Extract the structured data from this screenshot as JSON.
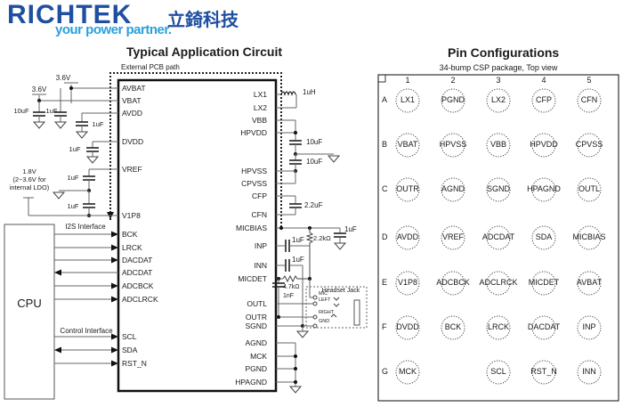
{
  "logo": {
    "brand": "RICHTEK",
    "tagline": "your power partner.",
    "chinese_name": "立錡科技",
    "brand_color": "#1f4fa0",
    "tagline_color": "#2aa0dc"
  },
  "circuit": {
    "title": "Typical Application Circuit",
    "pcb_path_label": "External PCB path",
    "left_pins": [
      "AVBAT",
      "VBAT",
      "AVDD",
      "DVDD",
      "VREF",
      "V1P8",
      "BCK",
      "LRCK",
      "DACDAT",
      "ADCDAT",
      "ADCBCK",
      "ADCLRCK",
      "SCL",
      "SDA",
      "RST_N"
    ],
    "right_pins": [
      "LX1",
      "LX2",
      "VBB",
      "HPVDD",
      "HPVSS",
      "CPVSS",
      "CFP",
      "CFN",
      "MICBIAS",
      "INP",
      "INN",
      "MICDET",
      "OUTL",
      "OUTR",
      "SGND",
      "AGND",
      "MCK",
      "PGND",
      "HPAGND"
    ],
    "supply_3v6_a": "3.6V",
    "supply_3v6_b": "3.6V",
    "cap_10uF_vbat": "10uF",
    "cap_1uF_vbat": "1uF",
    "cap_avdd": "1uF",
    "cap_dvdd": "1uF",
    "cap_vref": "1uF",
    "cap_v1p8": "1uF",
    "v1p8_supply": [
      "1.8V",
      "(2~3.6V for",
      "internal LDO)"
    ],
    "cpu_label": "CPU",
    "i2s_label": "I2S Interface",
    "control_label": "Control Interface",
    "inductor": "1uH",
    "cap_hp1": "10uF",
    "cap_hp2": "10uF",
    "cap_cf": "2.2uF",
    "cap_micbias": "1uF",
    "res_micbias": "2.2kΩ",
    "cap_inp": "1uF",
    "cap_inn": "1uF",
    "res_micdet": "4.7kΩ",
    "cap_micdet": "1nF",
    "headset_label": "Headset Jack",
    "jack_pins": [
      "MIC",
      "LEFT",
      "RIGHT",
      "GND"
    ]
  },
  "pinconfig": {
    "title": "Pin Configurations",
    "subtitle": "34-bump CSP package, Top view",
    "columns": [
      "1",
      "2",
      "3",
      "4",
      "5"
    ],
    "rows": [
      {
        "label": "A",
        "pins": [
          "LX1",
          "PGND",
          "LX2",
          "CFP",
          "CFN"
        ]
      },
      {
        "label": "B",
        "pins": [
          "VBAT",
          "HPVSS",
          "VBB",
          "HPVDD",
          "CPVSS"
        ]
      },
      {
        "label": "C",
        "pins": [
          "OUTR",
          "AGND",
          "SGND",
          "HPAGND",
          "OUTL"
        ]
      },
      {
        "label": "D",
        "pins": [
          "AVDD",
          "VREF",
          "ADCDAT",
          "SDA",
          "MICBIAS"
        ]
      },
      {
        "label": "E",
        "pins": [
          "V1P8",
          "ADCBCK",
          "ADCLRCK",
          "MICDET",
          "AVBAT"
        ]
      },
      {
        "label": "F",
        "pins": [
          "DVDD",
          "BCK",
          "LRCK",
          "DACDAT",
          "INP"
        ]
      },
      {
        "label": "G",
        "pins": [
          "MCK",
          "",
          "SCL",
          "RST_N",
          "INN"
        ]
      }
    ]
  }
}
